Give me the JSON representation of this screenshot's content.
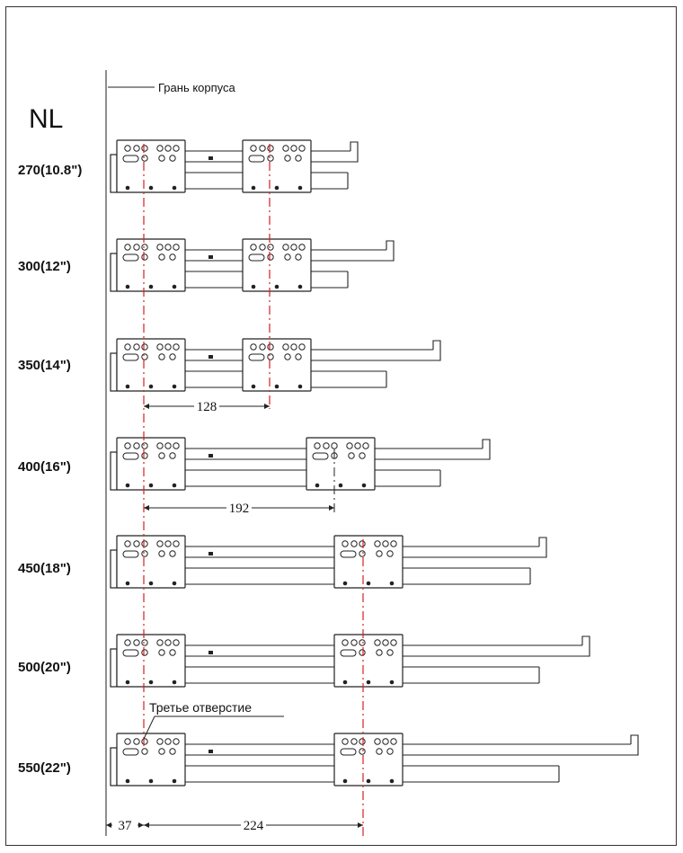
{
  "title": "NL",
  "cabinet_edge_label": "Грань корпуса",
  "third_hole_label": "Третье отверстие",
  "sizes": [
    "270(10.8\")",
    "300(12\")",
    "350(14\")",
    "400(16\")",
    "450(18\")",
    "500(20\")",
    "550(22\")"
  ],
  "dimensions": {
    "d128": "128",
    "d192": "192",
    "d37": "37",
    "d224": "224"
  },
  "colors": {
    "line": "#222222",
    "centerline": "#d42020",
    "bracket_fill": "#ffffff"
  }
}
